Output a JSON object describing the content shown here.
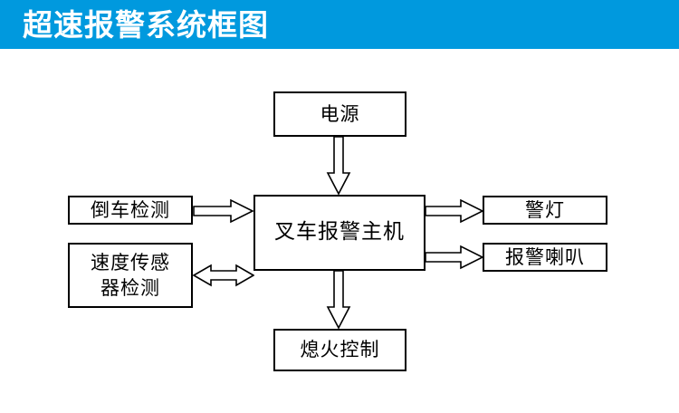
{
  "header": {
    "title": "超速报警系统框图",
    "background_color": "#0099DE",
    "text_color": "#FFFFFF"
  },
  "diagram": {
    "type": "block-diagram",
    "background_color": "#FFFFFF",
    "line_color": "#000000",
    "nodes": [
      {
        "id": "power",
        "label": "电源",
        "position": "top"
      },
      {
        "id": "main",
        "label": "叉车报警主机",
        "position": "center"
      },
      {
        "id": "reverse",
        "label": "倒车检测",
        "position": "left-top"
      },
      {
        "id": "speed",
        "label": "速度传感\n器检测",
        "position": "left-bottom"
      },
      {
        "id": "light",
        "label": "警灯",
        "position": "right-top"
      },
      {
        "id": "horn",
        "label": "报警喇叭",
        "position": "right-bottom"
      },
      {
        "id": "shutdown",
        "label": "熄火控制",
        "position": "bottom"
      }
    ],
    "connections": [
      {
        "id": "power-to-main",
        "from": "power",
        "to": "main",
        "direction": "down",
        "style": "hollow-block-arrow"
      },
      {
        "id": "reverse-to-main",
        "from": "reverse",
        "to": "main",
        "direction": "right",
        "style": "hollow-block-arrow"
      },
      {
        "id": "speed-to-main",
        "from": "speed",
        "to": "main",
        "direction": "bidirectional",
        "style": "hollow-block-arrow"
      },
      {
        "id": "main-to-light",
        "from": "main",
        "to": "light",
        "direction": "right",
        "style": "hollow-block-arrow"
      },
      {
        "id": "main-to-horn",
        "from": "main",
        "to": "horn",
        "direction": "right",
        "style": "hollow-block-arrow"
      },
      {
        "id": "main-to-shutdown",
        "from": "main",
        "to": "shutdown",
        "direction": "down",
        "style": "hollow-block-arrow"
      }
    ]
  }
}
